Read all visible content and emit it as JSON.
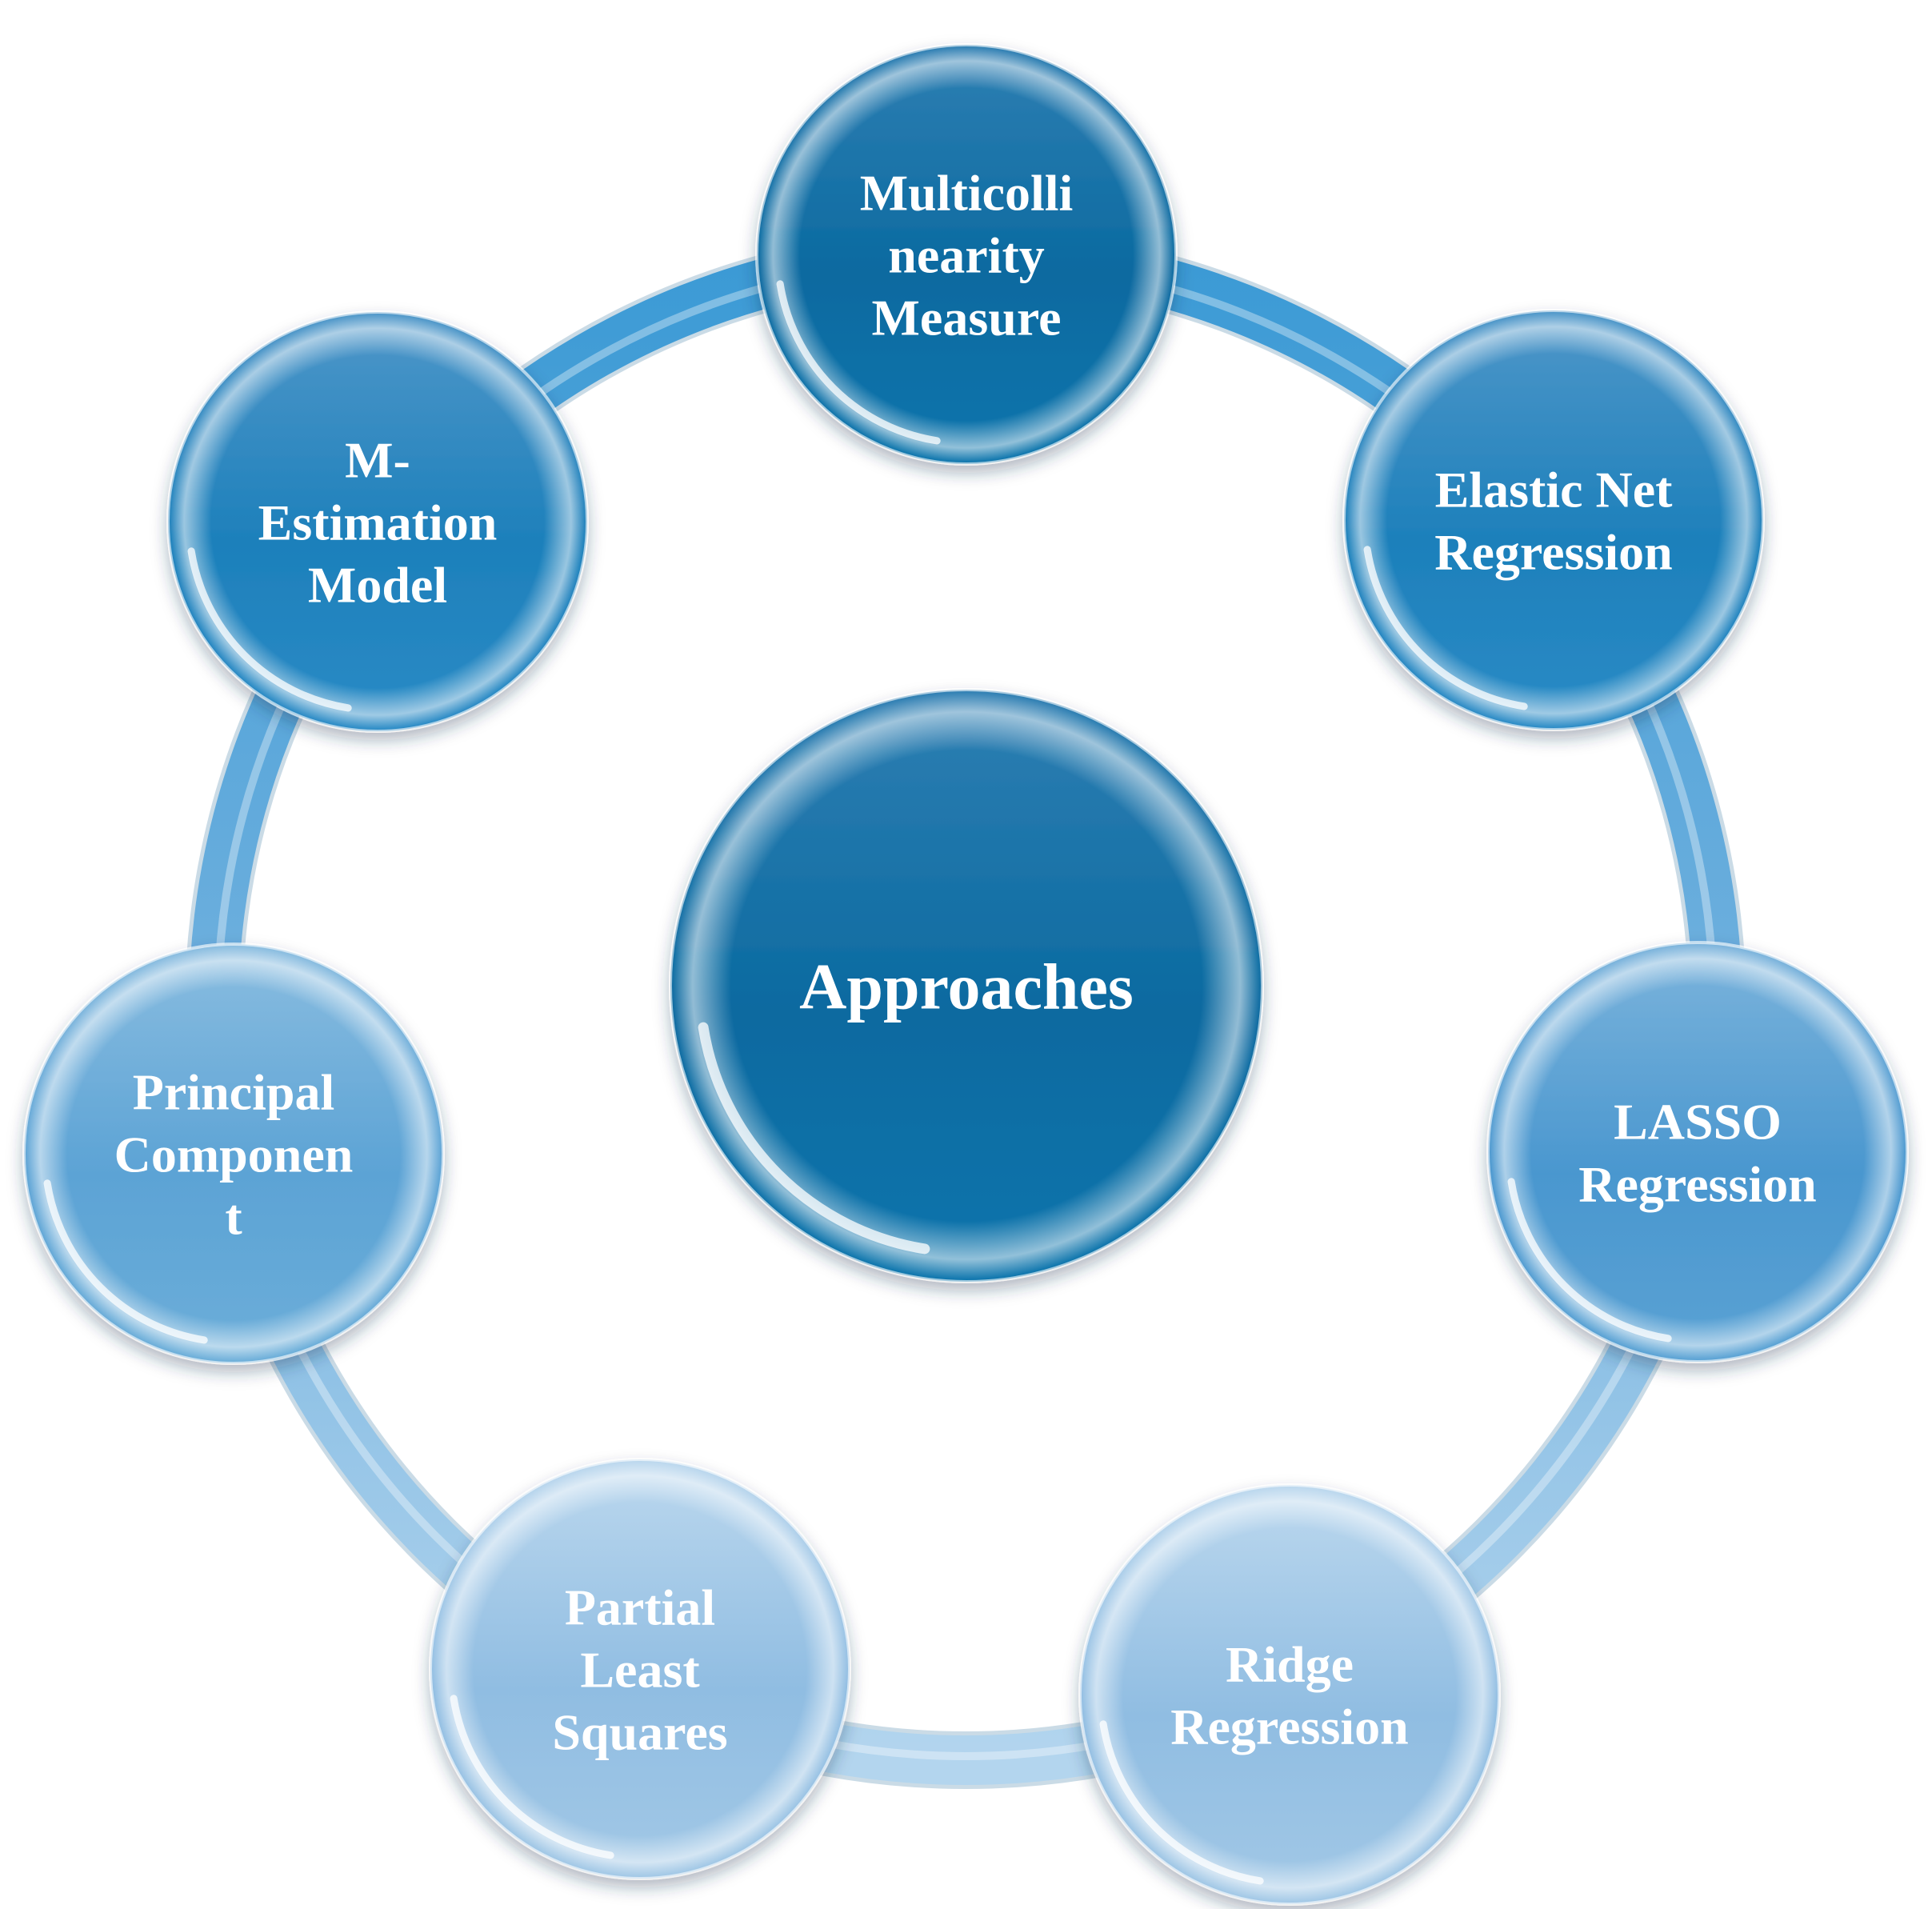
{
  "center": {
    "label": [
      "Approaches"
    ]
  },
  "nodes": [
    {
      "id": "multicollinearity-measure",
      "lines": [
        "Multicolli",
        "nearity",
        "Measure"
      ],
      "tone": "dark"
    },
    {
      "id": "elastic-net-regression",
      "lines": [
        "Elastic Net",
        "Regression"
      ],
      "tone": "dark-mid"
    },
    {
      "id": "lasso-regression",
      "lines": [
        "LASSO",
        "Regression"
      ],
      "tone": "mid"
    },
    {
      "id": "ridge-regression",
      "lines": [
        "Ridge",
        "Regression"
      ],
      "tone": "light"
    },
    {
      "id": "partial-least-squares",
      "lines": [
        "Partial",
        "Least",
        "Squares"
      ],
      "tone": "light"
    },
    {
      "id": "principal-component",
      "lines": [
        "Principal",
        "Componen",
        "t"
      ],
      "tone": "mid-light"
    },
    {
      "id": "m-estimation-model",
      "lines": [
        "M-",
        "Estimation",
        "Model"
      ],
      "tone": "dark-mid"
    }
  ],
  "colors": {
    "dark": [
      "#2f7fb3",
      "#0a6aa0",
      "#0b75ad"
    ],
    "dark-mid": [
      "#4f97c9",
      "#1d80bb",
      "#2b8bc6"
    ],
    "mid": [
      "#7cb4dc",
      "#4a97cf",
      "#5aa2d4"
    ],
    "mid-light": [
      "#8abde0",
      "#5ca3d5",
      "#6caed9"
    ],
    "light": [
      "#bcd8ee",
      "#90bde2",
      "#a2c8e6"
    ],
    "ring_top": "#3a9bd6",
    "ring_bottom": "#9ec8e9"
  }
}
